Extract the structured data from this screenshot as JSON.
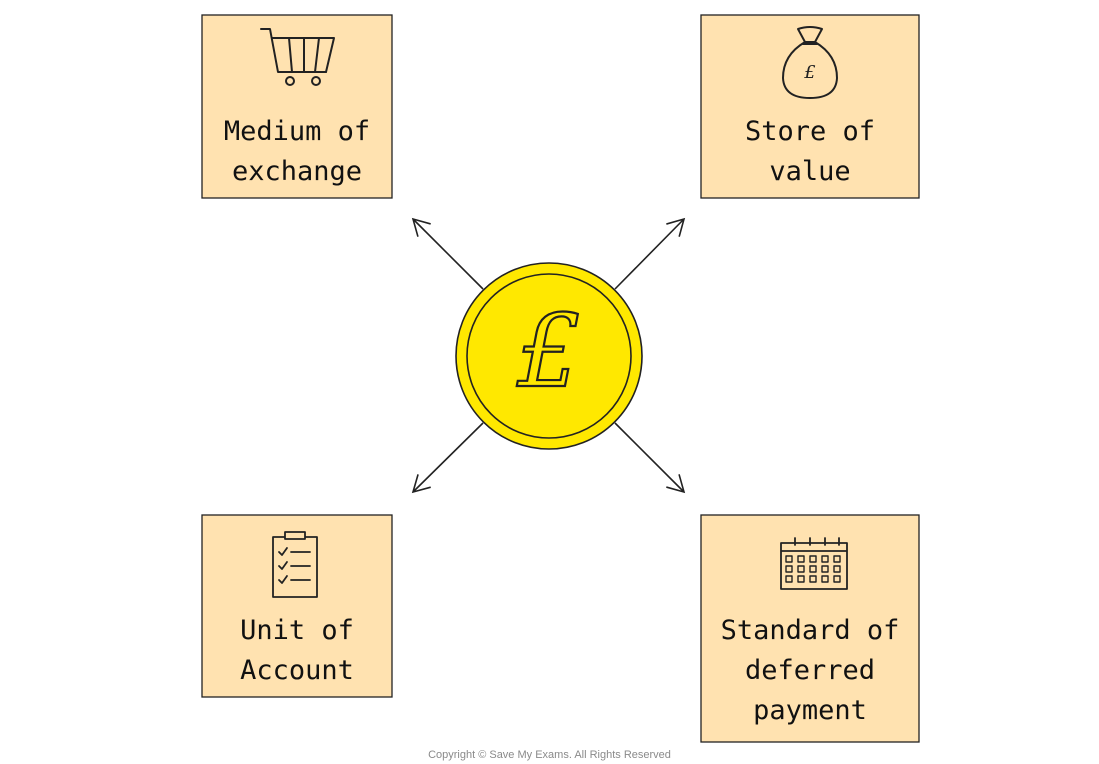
{
  "boxes": {
    "medium": {
      "line1": "Medium of",
      "line2": "exchange",
      "icon": "shopping-cart-icon"
    },
    "store": {
      "line1": "Store of",
      "line2": "value",
      "icon": "money-bag-icon",
      "icon_symbol": "£"
    },
    "unit": {
      "line1": "Unit of",
      "line2": "Account",
      "icon": "checklist-clipboard-icon"
    },
    "standard": {
      "line1": "Standard of",
      "line2": "deferred",
      "line3": "payment",
      "icon": "calendar-icon"
    }
  },
  "center": {
    "symbol": "£",
    "icon": "pound-coin-icon"
  },
  "footer": {
    "copyright": "Copyright © Save My Exams. All Rights Reserved"
  },
  "colors": {
    "box_fill": "#FFE2B0",
    "box_stroke": "#222222",
    "coin_fill": "#FFE800",
    "coin_stroke": "#222222",
    "arrow": "#222222"
  }
}
